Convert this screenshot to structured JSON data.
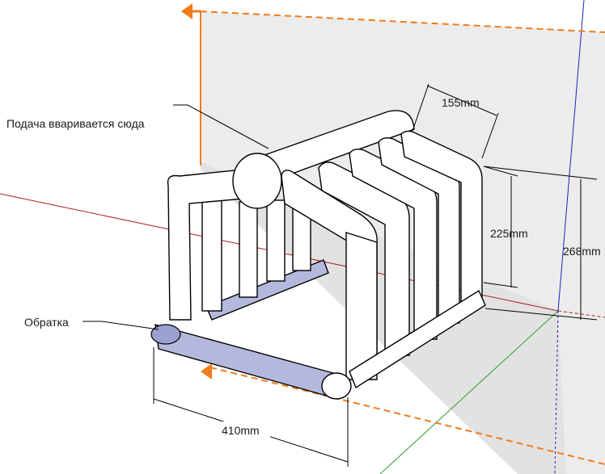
{
  "annotations": {
    "supply_label": "Подача вваривается сюда",
    "return_label": "Обратка"
  },
  "dimensions": {
    "depth": "155mm",
    "riser_height": "225mm",
    "total_height": "268mm",
    "width": "410mm"
  },
  "colors": {
    "axis_orange": "#f07c1c",
    "axis_red": "#b02020",
    "axis_green": "#2aa02a",
    "axis_blue": "#2020c0",
    "wall_gray": "#ececec",
    "tube_white": "#ffffff",
    "return_tube_blue": "#b4b8dc"
  },
  "icons": {
    "axis_arrow": "orange-axis-arrow-icon"
  }
}
